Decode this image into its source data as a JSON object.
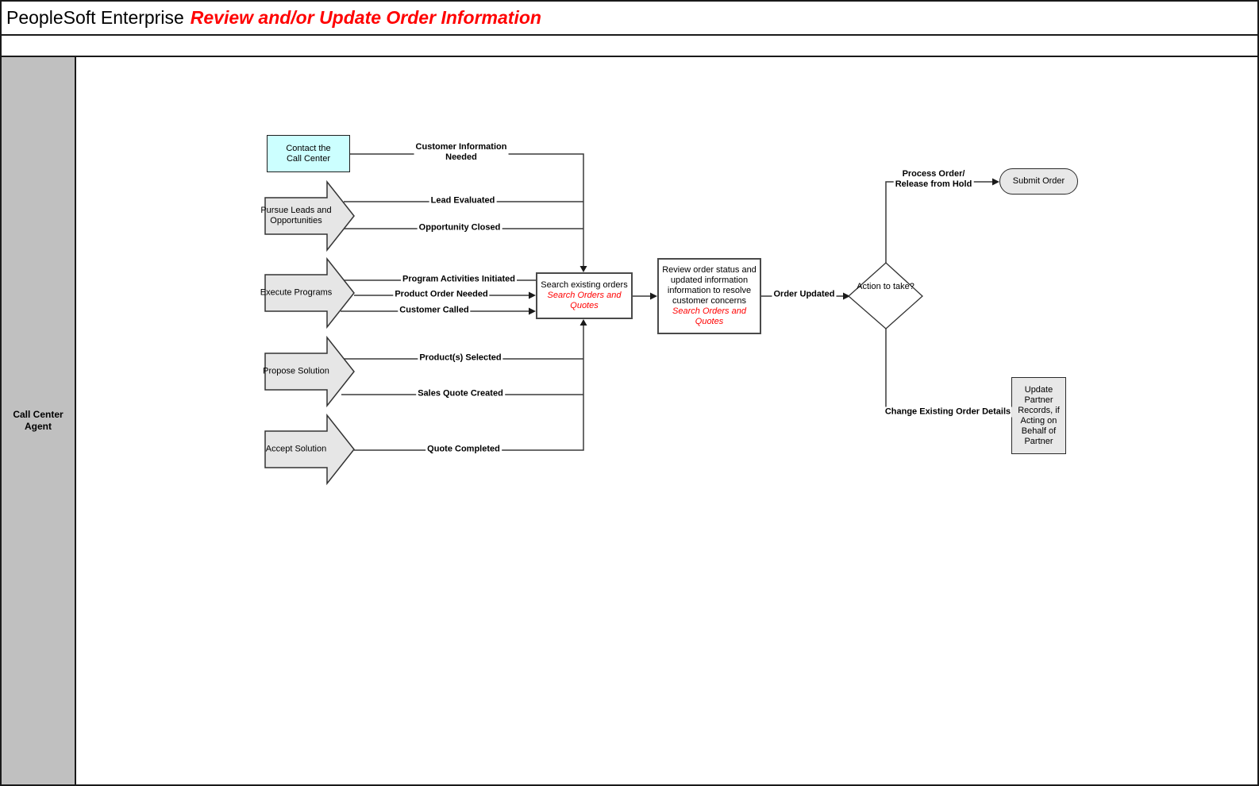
{
  "title": {
    "product": "PeopleSoft Enterprise",
    "subtitle": "Review and/or Update Order Information"
  },
  "lane": {
    "label": "Call Center\nAgent"
  },
  "shapes": {
    "contact": "Contact the\nCall Center",
    "pursue": "Pursue Leads and\nOpportunities",
    "execute": "Execute Programs",
    "propose": "Propose Solution",
    "accept": "Accept Solution",
    "search": {
      "text": "Search existing orders",
      "link": "Search Orders and\nQuotes"
    },
    "review": {
      "text": "Review order status and\nupdated information\ninformation to resolve\ncustomer concerns",
      "link": "Search Orders and\nQuotes"
    },
    "decision": "Action to take?",
    "submit": "Submit Order",
    "update_partner": "Update\nPartner\nRecords, if\nActing on\nBehalf of\nPartner"
  },
  "flow_labels": {
    "customer_info": "Customer Information\nNeeded",
    "lead_evaluated": "Lead Evaluated",
    "opportunity_closed": "Opportunity Closed",
    "program_activities": "Program Activities Initiated",
    "product_order": "Product Order Needed",
    "customer_called": "Customer Called",
    "products_selected": "Product(s) Selected",
    "sales_quote": "Sales Quote Created",
    "quote_completed": "Quote Completed",
    "order_updated": "Order Updated",
    "process_order": "Process Order/\nRelease from Hold",
    "change_existing": "Change Existing Order Details"
  },
  "colors": {
    "title_accent": "#ff0000",
    "link_red": "#ff0000",
    "lane_gray": "#c0c0c0",
    "node_cyan": "#ccffff",
    "shape_gray": "#e6e6e6",
    "terminator_gray": "#e8e8e8",
    "line": "#3a3a3a"
  }
}
